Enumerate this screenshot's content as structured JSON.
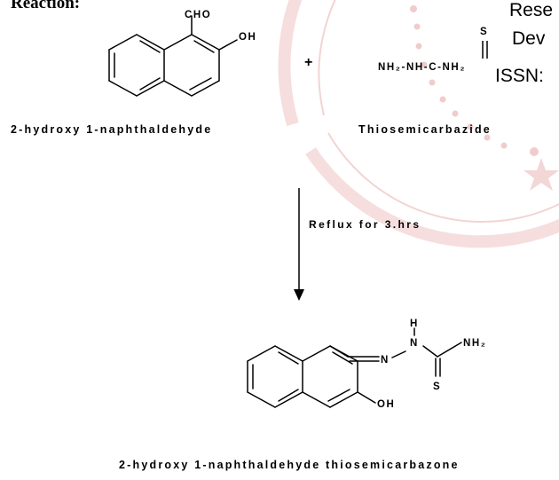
{
  "heading": "Reaction:",
  "watermark": {
    "lines": [
      "Rese",
      "Dev",
      "ISSN:"
    ],
    "color": "#f2c9c9"
  },
  "reactant1": {
    "name": "2-hydroxy 1-naphthaldehyde",
    "labels": {
      "cho": "CHO",
      "oh": "OH"
    }
  },
  "plus": "+",
  "reactant2": {
    "name": "Thiosemicarbazide",
    "labels": {
      "s": "S",
      "formula": "NH₂-NH-C-NH₂"
    }
  },
  "condition": "Reflux for 3.hrs",
  "product": {
    "name": "2-hydroxy 1-naphthaldehyde thiosemicarbazone",
    "labels": {
      "h": "H",
      "n1": "N",
      "n2": "N",
      "nh2": "NH₂",
      "s": "S",
      "oh": "OH"
    }
  }
}
